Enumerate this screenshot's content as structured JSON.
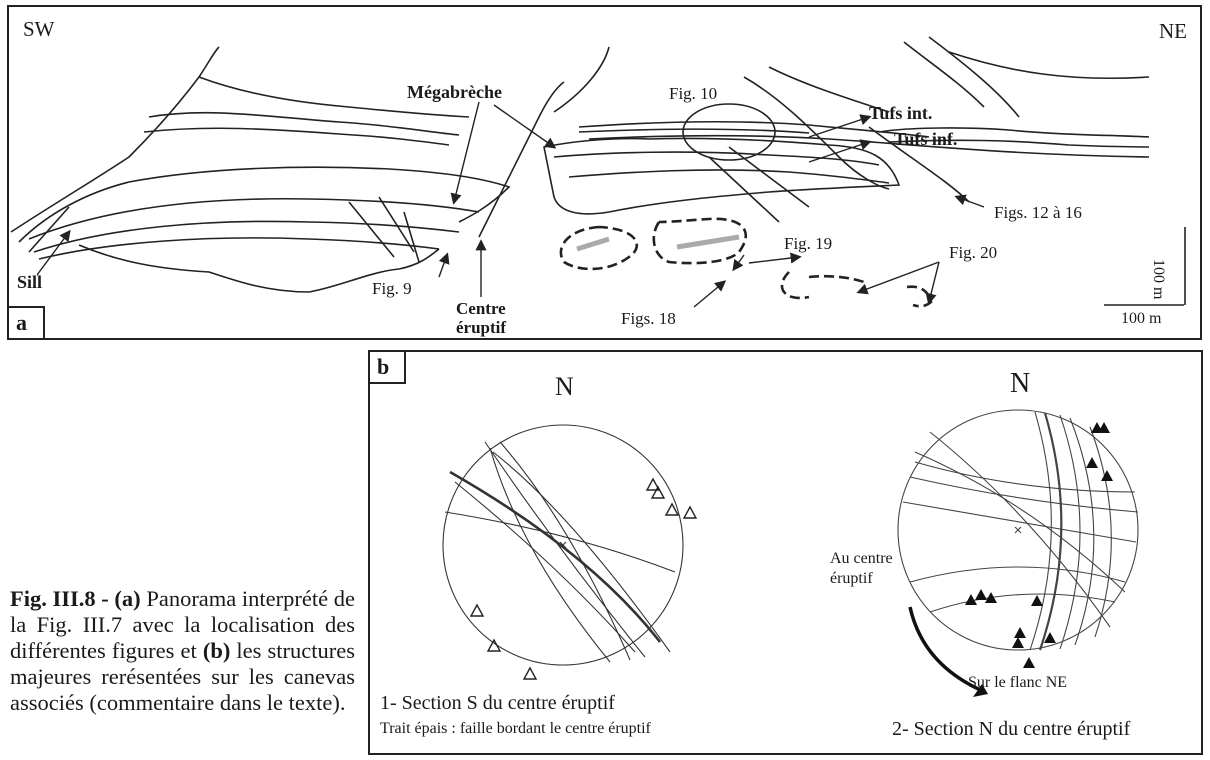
{
  "panel_a": {
    "letter": "a",
    "dir_left": "SW",
    "dir_right": "NE",
    "labels": {
      "megabreche": "Mégabrèche",
      "fig10": "Fig. 10",
      "tufs_int": "Tufs int.",
      "tufs_inf": "Tufs inf.",
      "figs12": "Figs. 12 à 16",
      "fig19": "Fig. 19",
      "fig20": "Fig. 20",
      "figs18": "Figs. 18",
      "fig9": "Fig. 9",
      "sill": "Sill",
      "centre_line1": "Centre",
      "centre_line2": "éruptif",
      "scale_v": "100 m",
      "scale_h": "100 m"
    }
  },
  "panel_b": {
    "letter": "b",
    "stereo1": {
      "north": "N",
      "title": "1- Section S du centre éruptif",
      "note": "Trait épais : faille bordant le centre éruptif"
    },
    "stereo2": {
      "north": "N",
      "title": "2- Section N du centre éruptif",
      "arrow_from_line1": "Au centre",
      "arrow_from_line2": "éruptif",
      "arrow_to": "Sur le flanc NE"
    }
  },
  "caption": {
    "bold_prefix": "Fig. III.8 - (a)",
    "part1": " Panorama interprété de la Fig. III.7 avec la localisation des différentes figures et ",
    "bold_b": "(b)",
    "part2": " les structures majeures rerésentées sur les canevas associés (commentaire dans le texte)."
  }
}
